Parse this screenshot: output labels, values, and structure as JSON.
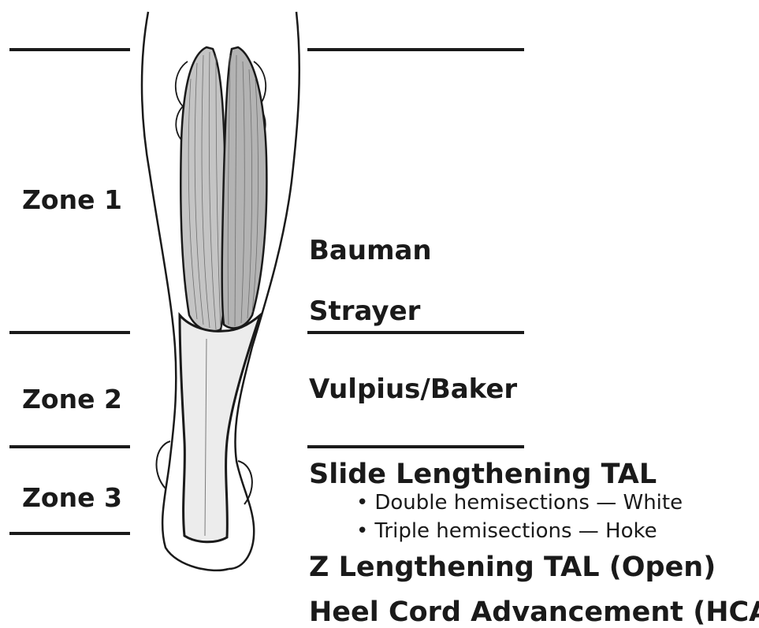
{
  "zones": [
    {
      "label": "Zone 1"
    },
    {
      "label": "Zone 2"
    },
    {
      "label": "Zone 3"
    }
  ],
  "procedures": {
    "bauman": "Bauman",
    "strayer": "Strayer",
    "vulpius_baker": "Vulpius/Baker",
    "slide_lengthening": "Slide Lengthening TAL",
    "slide_bullets": [
      "Double hemisections — White",
      "Triple hemisections — Hoke"
    ],
    "z_lengthening": "Z Lengthening TAL (Open)",
    "hca": "Heel Cord Advancement (HCA)"
  },
  "colors": {
    "ink": "#1a1a1a",
    "muscle_fill": "#bdbdbd",
    "muscle_dark": "#7a7a7a"
  }
}
